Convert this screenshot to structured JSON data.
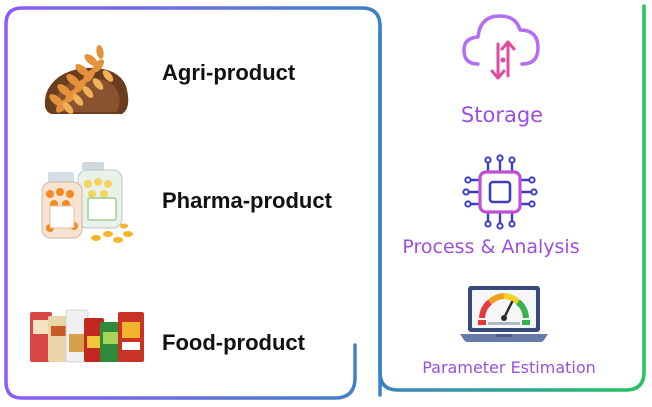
{
  "products": {
    "items": [
      {
        "label": "Agri-product",
        "icon": "bread-wheat-icon"
      },
      {
        "label": "Pharma-product",
        "icon": "pill-bottles-icon"
      },
      {
        "label": "Food-product",
        "icon": "food-packages-icon"
      }
    ]
  },
  "services": {
    "items": [
      {
        "label": "Storage",
        "icon": "cloud-transfer-icon"
      },
      {
        "label": "Process & Analysis",
        "icon": "processor-chip-icon"
      },
      {
        "label": "Parameter Estimation",
        "icon": "gauge-laptop-icon"
      }
    ]
  },
  "colors": {
    "left_border_start": "#8b5cf6",
    "left_border_end": "#3b82c4",
    "right_border_start": "#3b82c4",
    "right_border_end": "#22c55e",
    "service_label": "#9a4fe0",
    "product_label": "#111111"
  }
}
